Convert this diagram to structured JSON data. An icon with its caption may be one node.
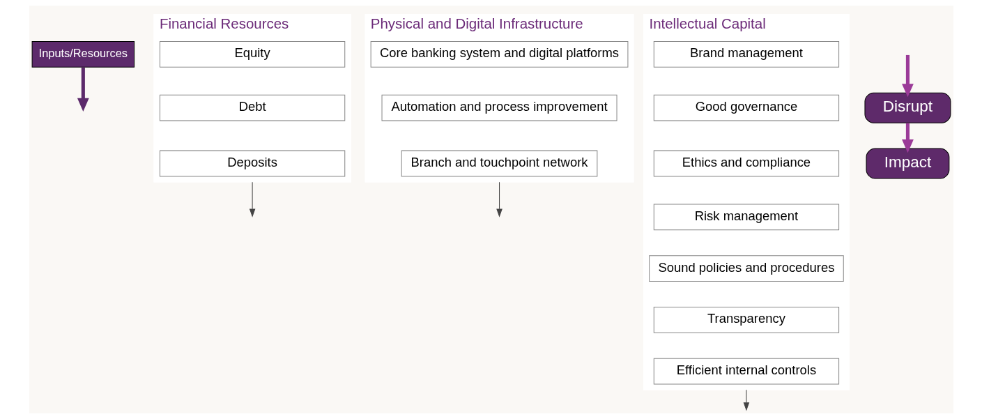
{
  "diagram": {
    "nodes": [
      {
        "text": [
          "Inputs/Resources"
        ]
      },
      {
        "text": [
          "Financial Resources"
        ]
      },
      {
        "text": [
          "Equity"
        ],
        "in": 1
      },
      {
        "text": [
          "Debt"
        ],
        "in": 1
      },
      {
        "text": [
          "Deposits"
        ],
        "in": 1
      },
      {
        "text": [
          "Physical and Digital Infrastructure"
        ]
      },
      {
        "text": [
          "Core banking system and digital platforms"
        ],
        "in": 5
      },
      {
        "text": [
          "Automation and process improvement"
        ],
        "in": 5
      },
      {
        "text": [
          "Branch and touchpoint network"
        ],
        "in": 5
      },
      {
        "text": [
          "Intellectual Capital"
        ]
      },
      {
        "text": [
          "Brand management"
        ],
        "in": 9
      },
      {
        "text": [
          "Good governance"
        ],
        "in": 9
      },
      {
        "text": [
          "Ethics and compliance"
        ],
        "in": 9
      },
      {
        "text": [
          "Risk management"
        ],
        "in": 9
      },
      {
        "text": [
          "Sound policies and procedures"
        ],
        "in": 9
      },
      {
        "text": [
          "Transparency"
        ],
        "in": 9
      },
      {
        "text": [
          "Efficient internal controls"
        ],
        "in": 9
      },
      {
        "text": [
          "Impact"
        ]
      },
      {
        "text": [
          "Disrupt"
        ]
      }
    ],
    "edges": [
      {
        "from": 0,
        "to": null,
        "arrow": "to",
        "style": "thick",
        "color": "#5c2a6b"
      },
      {
        "from": 1,
        "to": null,
        "arrow": "to",
        "color": "#444444"
      },
      {
        "from": 5,
        "to": null,
        "arrow": "to",
        "color": "#444444"
      },
      {
        "from": 9,
        "to": null,
        "arrow": "to",
        "color": "#444444"
      },
      {
        "from": null,
        "to": 18,
        "arrow": "to",
        "style": "thick",
        "color": "#9b3b98"
      },
      {
        "from": 18,
        "to": 17,
        "arrow": "to",
        "style": "thick",
        "color": "#9b3b98"
      }
    ]
  }
}
